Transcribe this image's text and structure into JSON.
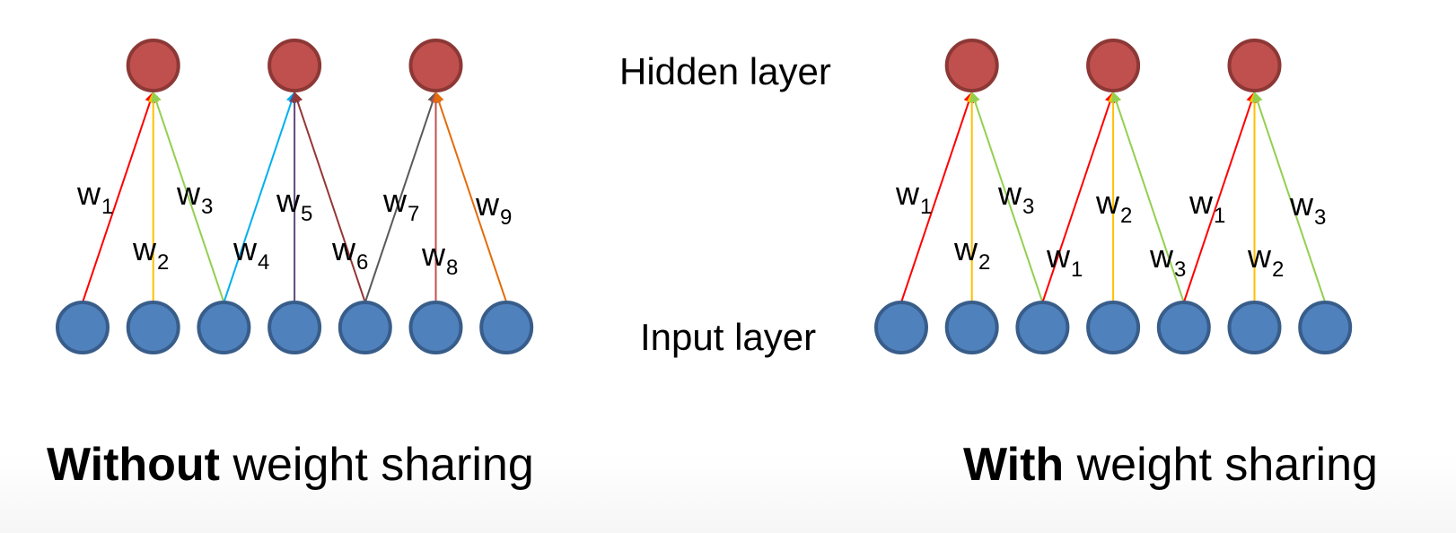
{
  "layers": {
    "hidden_label": "Hidden layer",
    "input_label": "Input layer"
  },
  "colors": {
    "hidden_node": "#C0504D",
    "input_node": "#4F81BD",
    "w1": "#FF0000",
    "w2": "#FFC000",
    "w3": "#92D050",
    "w4": "#00B0F0",
    "w5": "#604A7B",
    "w6": "#953735",
    "w7": "#595959",
    "w8": "#C0504D",
    "w9": "#E46C0A"
  },
  "diagrams": [
    {
      "id": "without",
      "caption_bold": "Without",
      "caption_rest": " weight sharing",
      "hidden_count": 3,
      "input_count": 7,
      "edges": [
        {
          "from": 0,
          "to": 0,
          "label": "w",
          "sub": "1",
          "color": "#FF0000"
        },
        {
          "from": 1,
          "to": 0,
          "label": "w",
          "sub": "2",
          "color": "#FFC000"
        },
        {
          "from": 2,
          "to": 0,
          "label": "w",
          "sub": "3",
          "color": "#92D050"
        },
        {
          "from": 2,
          "to": 1,
          "label": "w",
          "sub": "4",
          "color": "#00B0F0"
        },
        {
          "from": 3,
          "to": 1,
          "label": "w",
          "sub": "5",
          "color": "#604A7B"
        },
        {
          "from": 4,
          "to": 1,
          "label": "w",
          "sub": "6",
          "color": "#953735"
        },
        {
          "from": 4,
          "to": 2,
          "label": "w",
          "sub": "7",
          "color": "#595959"
        },
        {
          "from": 5,
          "to": 2,
          "label": "w",
          "sub": "8",
          "color": "#C0504D"
        },
        {
          "from": 6,
          "to": 2,
          "label": "w",
          "sub": "9",
          "color": "#E46C0A"
        }
      ]
    },
    {
      "id": "with",
      "caption_bold": "With",
      "caption_rest": " weight sharing",
      "hidden_count": 3,
      "input_count": 7,
      "edges": [
        {
          "from": 0,
          "to": 0,
          "label": "w",
          "sub": "1",
          "color": "#FF0000"
        },
        {
          "from": 1,
          "to": 0,
          "label": "w",
          "sub": "2",
          "color": "#FFC000"
        },
        {
          "from": 2,
          "to": 0,
          "label": "w",
          "sub": "3",
          "color": "#92D050"
        },
        {
          "from": 2,
          "to": 1,
          "label": "w",
          "sub": "1",
          "color": "#FF0000"
        },
        {
          "from": 3,
          "to": 1,
          "label": "w",
          "sub": "2",
          "color": "#FFC000"
        },
        {
          "from": 4,
          "to": 1,
          "label": "w",
          "sub": "3",
          "color": "#92D050"
        },
        {
          "from": 4,
          "to": 2,
          "label": "w",
          "sub": "1",
          "color": "#FF0000"
        },
        {
          "from": 5,
          "to": 2,
          "label": "w",
          "sub": "2",
          "color": "#FFC000"
        },
        {
          "from": 6,
          "to": 2,
          "label": "w",
          "sub": "3",
          "color": "#92D050"
        }
      ]
    }
  ]
}
